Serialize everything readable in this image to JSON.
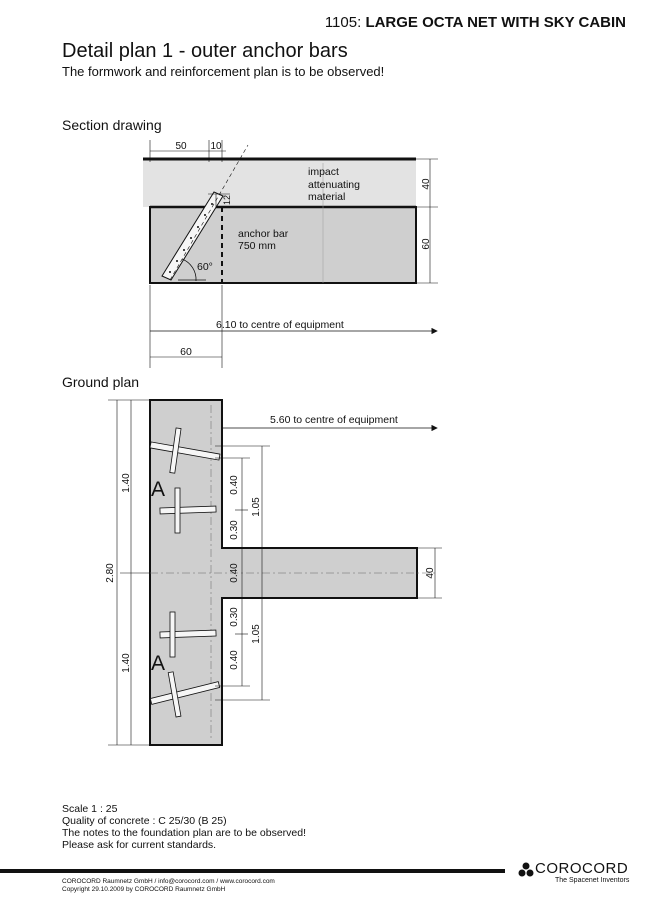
{
  "header": {
    "code": "1105:",
    "product": "LARGE OCTA NET WITH SKY CABIN"
  },
  "title": "Detail plan 1 - outer anchor bars",
  "subtitle": "The formwork and reinforcement plan is to be observed!",
  "section": {
    "label": "Section drawing",
    "dim_top_50": "50",
    "dim_top_10": "10",
    "dim_12": "12",
    "dim_right_40": "40",
    "dim_right_60": "60",
    "material_line1": "impact",
    "material_line2": "attenuating",
    "material_line3": "material",
    "anchor_line1": "anchor bar",
    "anchor_line2": "750 mm",
    "angle": "60°",
    "to_centre": "6.10  to centre of equipment",
    "dim_bottom_60": "60"
  },
  "ground_plan": {
    "label": "Ground plan",
    "to_centre": "5.60  to centre of equipment",
    "dim_total": "2.80",
    "dim_upper": "1.40",
    "dim_lower": "1.40",
    "dim_040_a": "0.40",
    "dim_030_a": "0.30",
    "dim_040_mid": "0.40",
    "dim_030_b": "0.30",
    "dim_040_b": "0.40",
    "dim_105_a": "1.05",
    "dim_105_b": "1.05",
    "dim_beam_40": "40",
    "marker_a_upper": "A",
    "marker_a_lower": "A"
  },
  "notes": [
    "Scale  1 : 25",
    "Quality of concrete : C 25/30 (B 25)",
    "The notes to the foundation plan are to be observed!",
    "Please ask for current standards."
  ],
  "footer": {
    "line1": "COROCORD Raumnetz GmbH / info@corocord.com / www.corocord.com",
    "line2": "Copyright 29.10.2009 by COROCORD Raumnetz GmbH"
  },
  "brand": {
    "name": "COROCORD",
    "tagline": "The Spacenet Inventors"
  },
  "colors": {
    "concrete": "#cfcfcf",
    "material": "#e3e3e3",
    "ink": "#111111"
  }
}
